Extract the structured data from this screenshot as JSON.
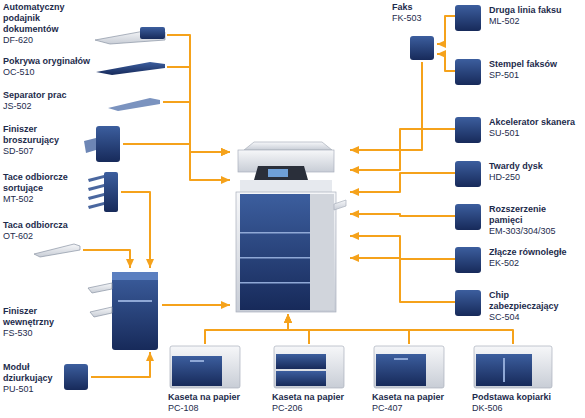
{
  "diagram": {
    "nodes": [
      {
        "text": [
          "Automatyczny podajnik dokumentów",
          "DF-620"
        ]
      },
      {
        "text": [
          "Pokrywa oryginałów",
          "OC-510"
        ]
      },
      {
        "text": [
          "Separator prac",
          "JS-502"
        ]
      },
      {
        "text": [
          "Finiszer broszurujący",
          "SD-507"
        ]
      },
      {
        "text": [
          "Tace odbiorcze sortujące",
          "MT-502"
        ]
      },
      {
        "text": [
          "Taca odbiorcza",
          "OT-602"
        ]
      },
      {
        "text": [
          "Finiszer wewnętrzny",
          "FS-530"
        ]
      },
      {
        "text": [
          "Moduł dziurkujący",
          "PU-501"
        ]
      },
      {
        "text": []
      },
      {
        "text": [
          "Faks",
          "FK-503"
        ]
      },
      {
        "text": [
          "Druga linia faksu",
          "ML-502"
        ]
      },
      {
        "text": [
          "Stempel faksów",
          "SP-501"
        ]
      },
      {
        "text": [
          "Akcelerator skanera",
          "SU-501"
        ]
      },
      {
        "text": [
          "Twardy dysk",
          "HD-250"
        ]
      },
      {
        "text": [
          "Rozszerzenie pamięci",
          "EM-303/304/305"
        ]
      },
      {
        "text": [
          "Złącze równoległe",
          "EK-502"
        ]
      },
      {
        "text": [
          "Chip zabezpieczający",
          "SC-504"
        ]
      },
      {
        "text": [
          "Kaseta na papier",
          "PC-108"
        ]
      },
      {
        "text": [
          "Kaseta na papier",
          "PC-206"
        ]
      },
      {
        "text": [
          "Kaseta na papier",
          "PC-407"
        ]
      },
      {
        "text": [
          "Podstawa kopiarki",
          "DK-506"
        ]
      }
    ],
    "edges": [
      {
        "from": 0,
        "to": 8,
        "arrow": "to"
      },
      {
        "from": 1,
        "to": 8,
        "arrow": "to"
      },
      {
        "from": 2,
        "to": 8,
        "arrow": "to"
      },
      {
        "from": 3,
        "to": 8,
        "arrow": "to"
      },
      {
        "from": 4,
        "to": 6,
        "arrow": "to"
      },
      {
        "from": 5,
        "to": 6,
        "arrow": "to"
      },
      {
        "from": 7,
        "to": 6,
        "arrow": "to"
      },
      {
        "from": 6,
        "to": 8,
        "arrow": "to"
      },
      {
        "from": 10,
        "to": 9,
        "arrow": "to"
      },
      {
        "from": 11,
        "to": 9,
        "arrow": "to"
      },
      {
        "from": 9,
        "to": 8,
        "arrow": "to"
      },
      {
        "from": 12,
        "to": 8,
        "arrow": "to"
      },
      {
        "from": 13,
        "to": 8,
        "arrow": "to"
      },
      {
        "from": 14,
        "to": 8,
        "arrow": "to"
      },
      {
        "from": 15,
        "to": 8,
        "arrow": "to"
      },
      {
        "from": 16,
        "to": 8,
        "arrow": "to"
      },
      {
        "from": 17,
        "to": 8,
        "arrow": "to"
      },
      {
        "from": 18,
        "to": 8,
        "arrow": "to"
      },
      {
        "from": 19,
        "to": 8,
        "arrow": "to"
      },
      {
        "from": 20,
        "to": 8,
        "arrow": "to"
      }
    ]
  }
}
